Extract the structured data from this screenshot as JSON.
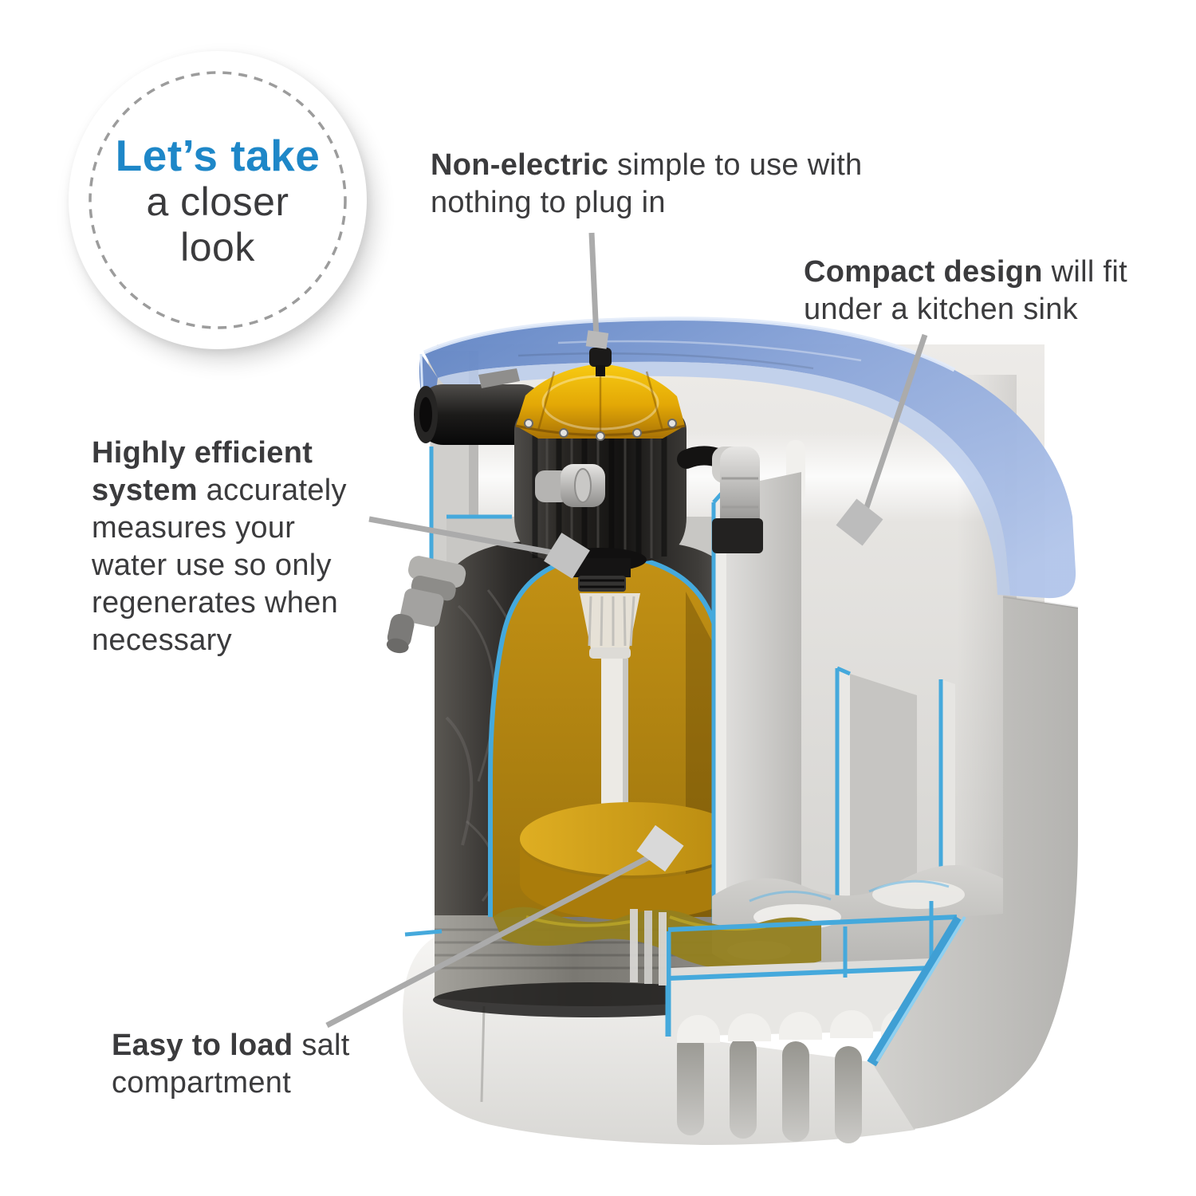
{
  "badge": {
    "line1": "Let’s take",
    "line2": "a closer",
    "line3": "look"
  },
  "annotations": {
    "non_electric": {
      "bold": "Non-electric",
      "text": "simple to use with nothing to plug in"
    },
    "compact_design": {
      "bold": "Compact design",
      "text": "will fit under a kitchen sink"
    },
    "efficient_system": {
      "bold": "Highly efficient system",
      "text": "accurately measures your water use so only regenerates when necessary"
    },
    "salt_compartment": {
      "bold": "Easy to load",
      "text": "salt compartment"
    }
  },
  "colors": {
    "accent_blue": "#1e87c8",
    "text_dark": "#3b3b3d",
    "lid_blue": "#8aa5d9",
    "cut_edge_blue": "#45a9dc",
    "valve_cap_amber": "#e3a806",
    "salt_amber": "#b0820e",
    "leader_gray": "#ababab",
    "badge_ring_gray": "#9c9c9c"
  },
  "illustration": {
    "parts": [
      "blue-lid",
      "control-valve",
      "resin-tank",
      "salt-compartment",
      "brine-tray",
      "cabinet-base",
      "bypass-valve",
      "baffle-plates",
      "water"
    ]
  }
}
